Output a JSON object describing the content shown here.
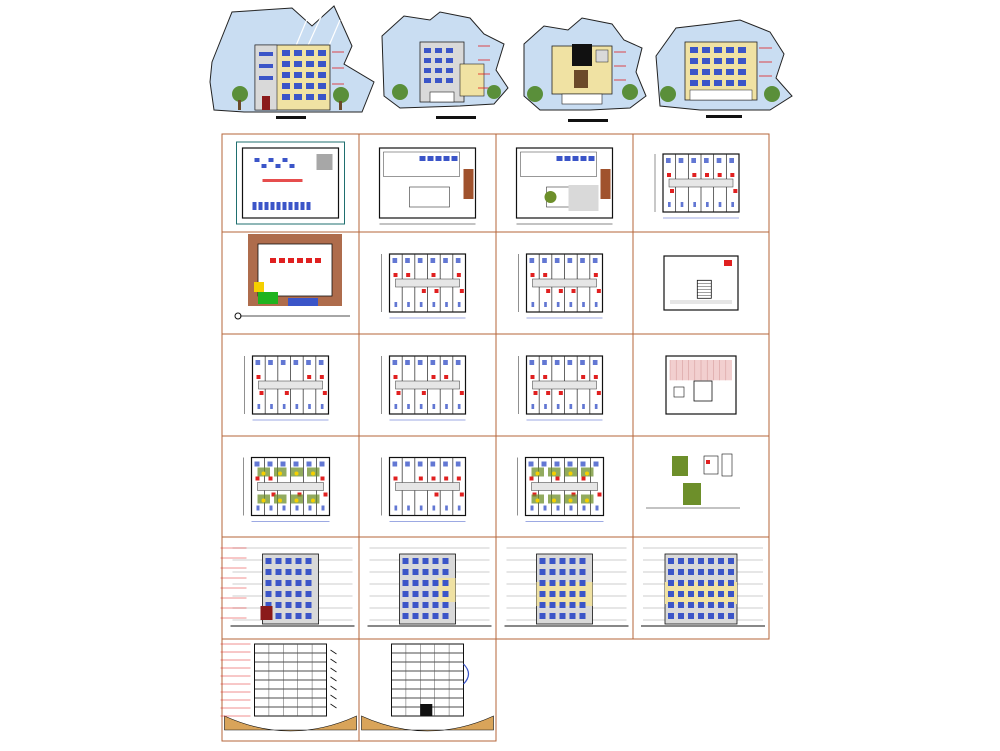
{
  "sheet": {
    "background": "#ffffff",
    "grid_line_color": "#b5653a",
    "sky_color": "#c9ddf2",
    "facade_yellow": "#f0e2a3",
    "wall_gray": "#d9d9d9",
    "window_blue": "#3b55c8",
    "accent_red": "#e02020",
    "tree_green": "#5a8f3a",
    "landscape_green": "#6d8f2a",
    "ground_soil": "#d9a45a",
    "plot_brown": "#a0522d",
    "dark_fill": "#111111"
  },
  "rendered_elevations": [
    {
      "id": "elevation-1",
      "style": "front-tall"
    },
    {
      "id": "elevation-2",
      "style": "side-stepped"
    },
    {
      "id": "elevation-3",
      "style": "rear-dark-core"
    },
    {
      "id": "elevation-4",
      "style": "side-grid"
    }
  ],
  "drawing_grid": {
    "columns": 4,
    "rows": 6,
    "cells": [
      {
        "row": 0,
        "col": 0,
        "kind": "floor-plan",
        "variant": "ground-furnished"
      },
      {
        "row": 0,
        "col": 1,
        "kind": "floor-plan",
        "variant": "ground-parking"
      },
      {
        "row": 0,
        "col": 2,
        "kind": "floor-plan",
        "variant": "ground-hall"
      },
      {
        "row": 0,
        "col": 3,
        "kind": "floor-plan",
        "variant": "typical-rooms"
      },
      {
        "row": 1,
        "col": 0,
        "kind": "site-plan",
        "variant": "site-landscape"
      },
      {
        "row": 1,
        "col": 1,
        "kind": "floor-plan",
        "variant": "typical-rooms"
      },
      {
        "row": 1,
        "col": 2,
        "kind": "floor-plan",
        "variant": "typical-rooms"
      },
      {
        "row": 1,
        "col": 3,
        "kind": "floor-plan",
        "variant": "upper-stair"
      },
      {
        "row": 2,
        "col": 0,
        "kind": "floor-plan",
        "variant": "typical-rooms"
      },
      {
        "row": 2,
        "col": 1,
        "kind": "floor-plan",
        "variant": "typical-rooms"
      },
      {
        "row": 2,
        "col": 2,
        "kind": "floor-plan",
        "variant": "rooms-with-details"
      },
      {
        "row": 2,
        "col": 3,
        "kind": "roof-plan",
        "variant": "terrace"
      },
      {
        "row": 3,
        "col": 0,
        "kind": "floor-plan",
        "variant": "green-furnished"
      },
      {
        "row": 3,
        "col": 1,
        "kind": "floor-plan",
        "variant": "typical-rooms"
      },
      {
        "row": 3,
        "col": 2,
        "kind": "floor-plan",
        "variant": "green-furnished"
      },
      {
        "row": 3,
        "col": 3,
        "kind": "detail",
        "variant": "small-details"
      },
      {
        "row": 4,
        "col": 0,
        "kind": "elevation",
        "variant": "front-line"
      },
      {
        "row": 4,
        "col": 1,
        "kind": "elevation",
        "variant": "side-line"
      },
      {
        "row": 4,
        "col": 2,
        "kind": "elevation",
        "variant": "rear-line"
      },
      {
        "row": 4,
        "col": 3,
        "kind": "elevation",
        "variant": "side-grid-line"
      },
      {
        "row": 5,
        "col": 0,
        "kind": "section",
        "variant": "section-a"
      },
      {
        "row": 5,
        "col": 1,
        "kind": "section",
        "variant": "section-b"
      }
    ]
  }
}
